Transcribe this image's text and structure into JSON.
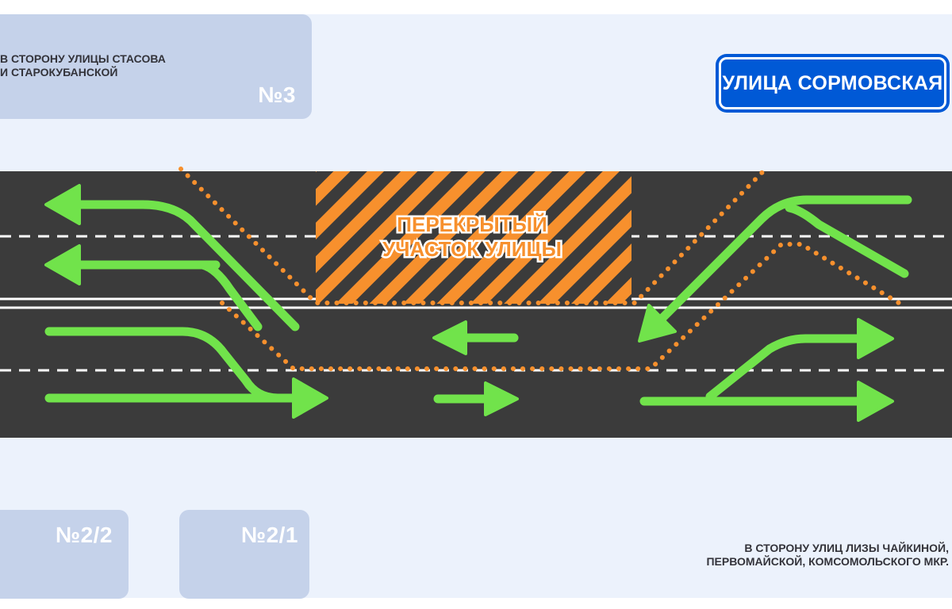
{
  "street_sign": "УЛИЦА СОРМОВСКАЯ",
  "closed_section": {
    "line1": "ПЕРЕКРЫТЫЙ",
    "line2": "УЧАСТОК УЛИЦЫ"
  },
  "blocks": {
    "top_left": {
      "number": "№3"
    },
    "bottom_left": {
      "number": "№2/2"
    },
    "bottom_middle": {
      "number": "№2/1"
    }
  },
  "captions": {
    "top_left_line1": "В СТОРОНУ УЛИЦЫ СТАСОВА",
    "top_left_line2": "И СТАРОКУБАНСКОЙ",
    "bottom_right_line1": "В СТОРОНУ УЛИЦ ЛИЗЫ ЧАЙКИНОЙ,",
    "bottom_right_line2": "ПЕРВОМАЙСКОЙ, КОМСОМОЛЬСКОГО МКР."
  },
  "colors": {
    "background": "#ecf2fc",
    "road": "#3b3b3b",
    "lane_markings": "#ffffff",
    "traffic_arrows": "#71e34b",
    "detour_route": "#f7902d",
    "closed_hatching": "#f7902d",
    "block": "#c5d2ea",
    "sign": "#0059d6"
  }
}
